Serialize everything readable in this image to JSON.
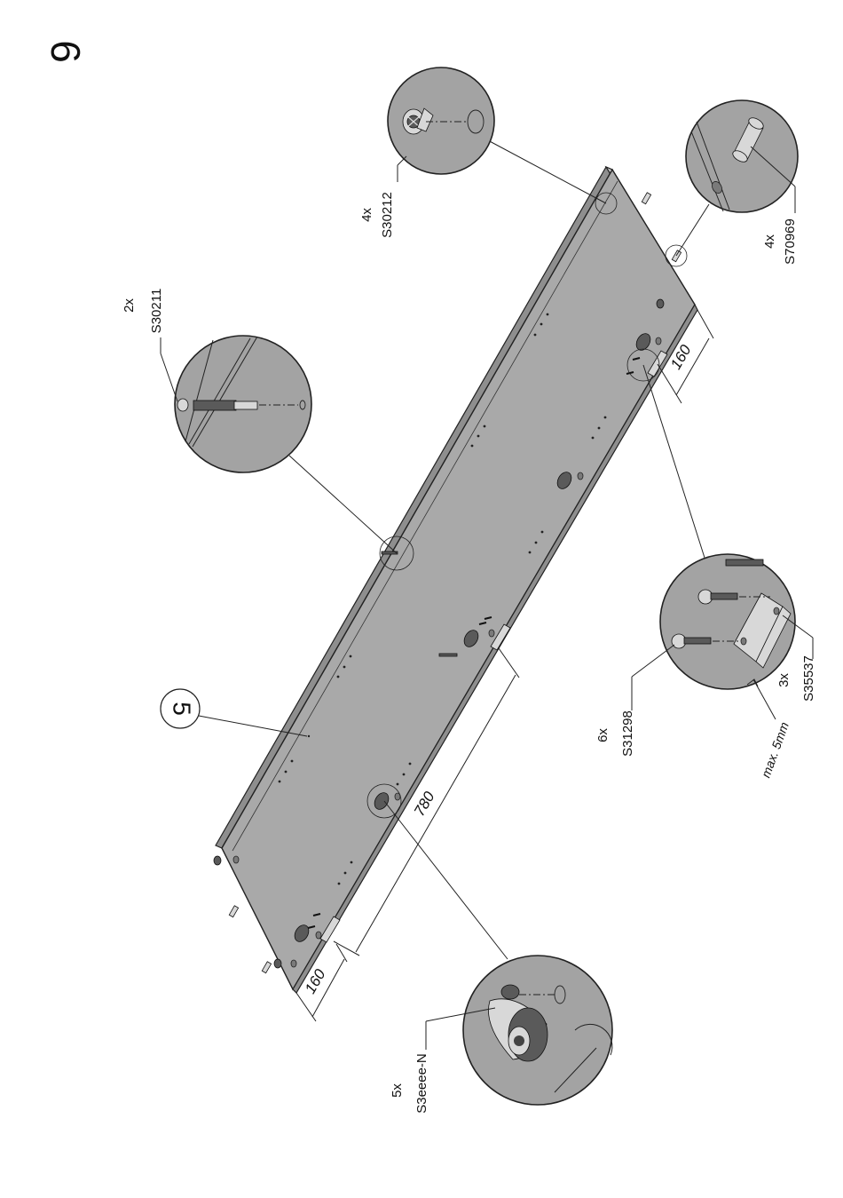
{
  "step": {
    "number": "6"
  },
  "panel": {
    "label": "5"
  },
  "callouts": {
    "cam_dowel": {
      "qty": "2x",
      "code": "S30211"
    },
    "cam_lock_top": {
      "qty": "4x",
      "code": "S30212"
    },
    "wood_dowel": {
      "qty": "4x",
      "code": "S70969"
    },
    "screw": {
      "qty": "6x",
      "code": "S31298"
    },
    "bracket": {
      "qty": "3x",
      "code": "S35537"
    },
    "bracket_gap": {
      "text": "max. 5mm"
    },
    "cam_lock_bottom": {
      "qty": "5x",
      "code": "S3eeee-N"
    }
  },
  "dimensions": {
    "top_right": "160",
    "middle": "780",
    "bottom_left": "160"
  }
}
